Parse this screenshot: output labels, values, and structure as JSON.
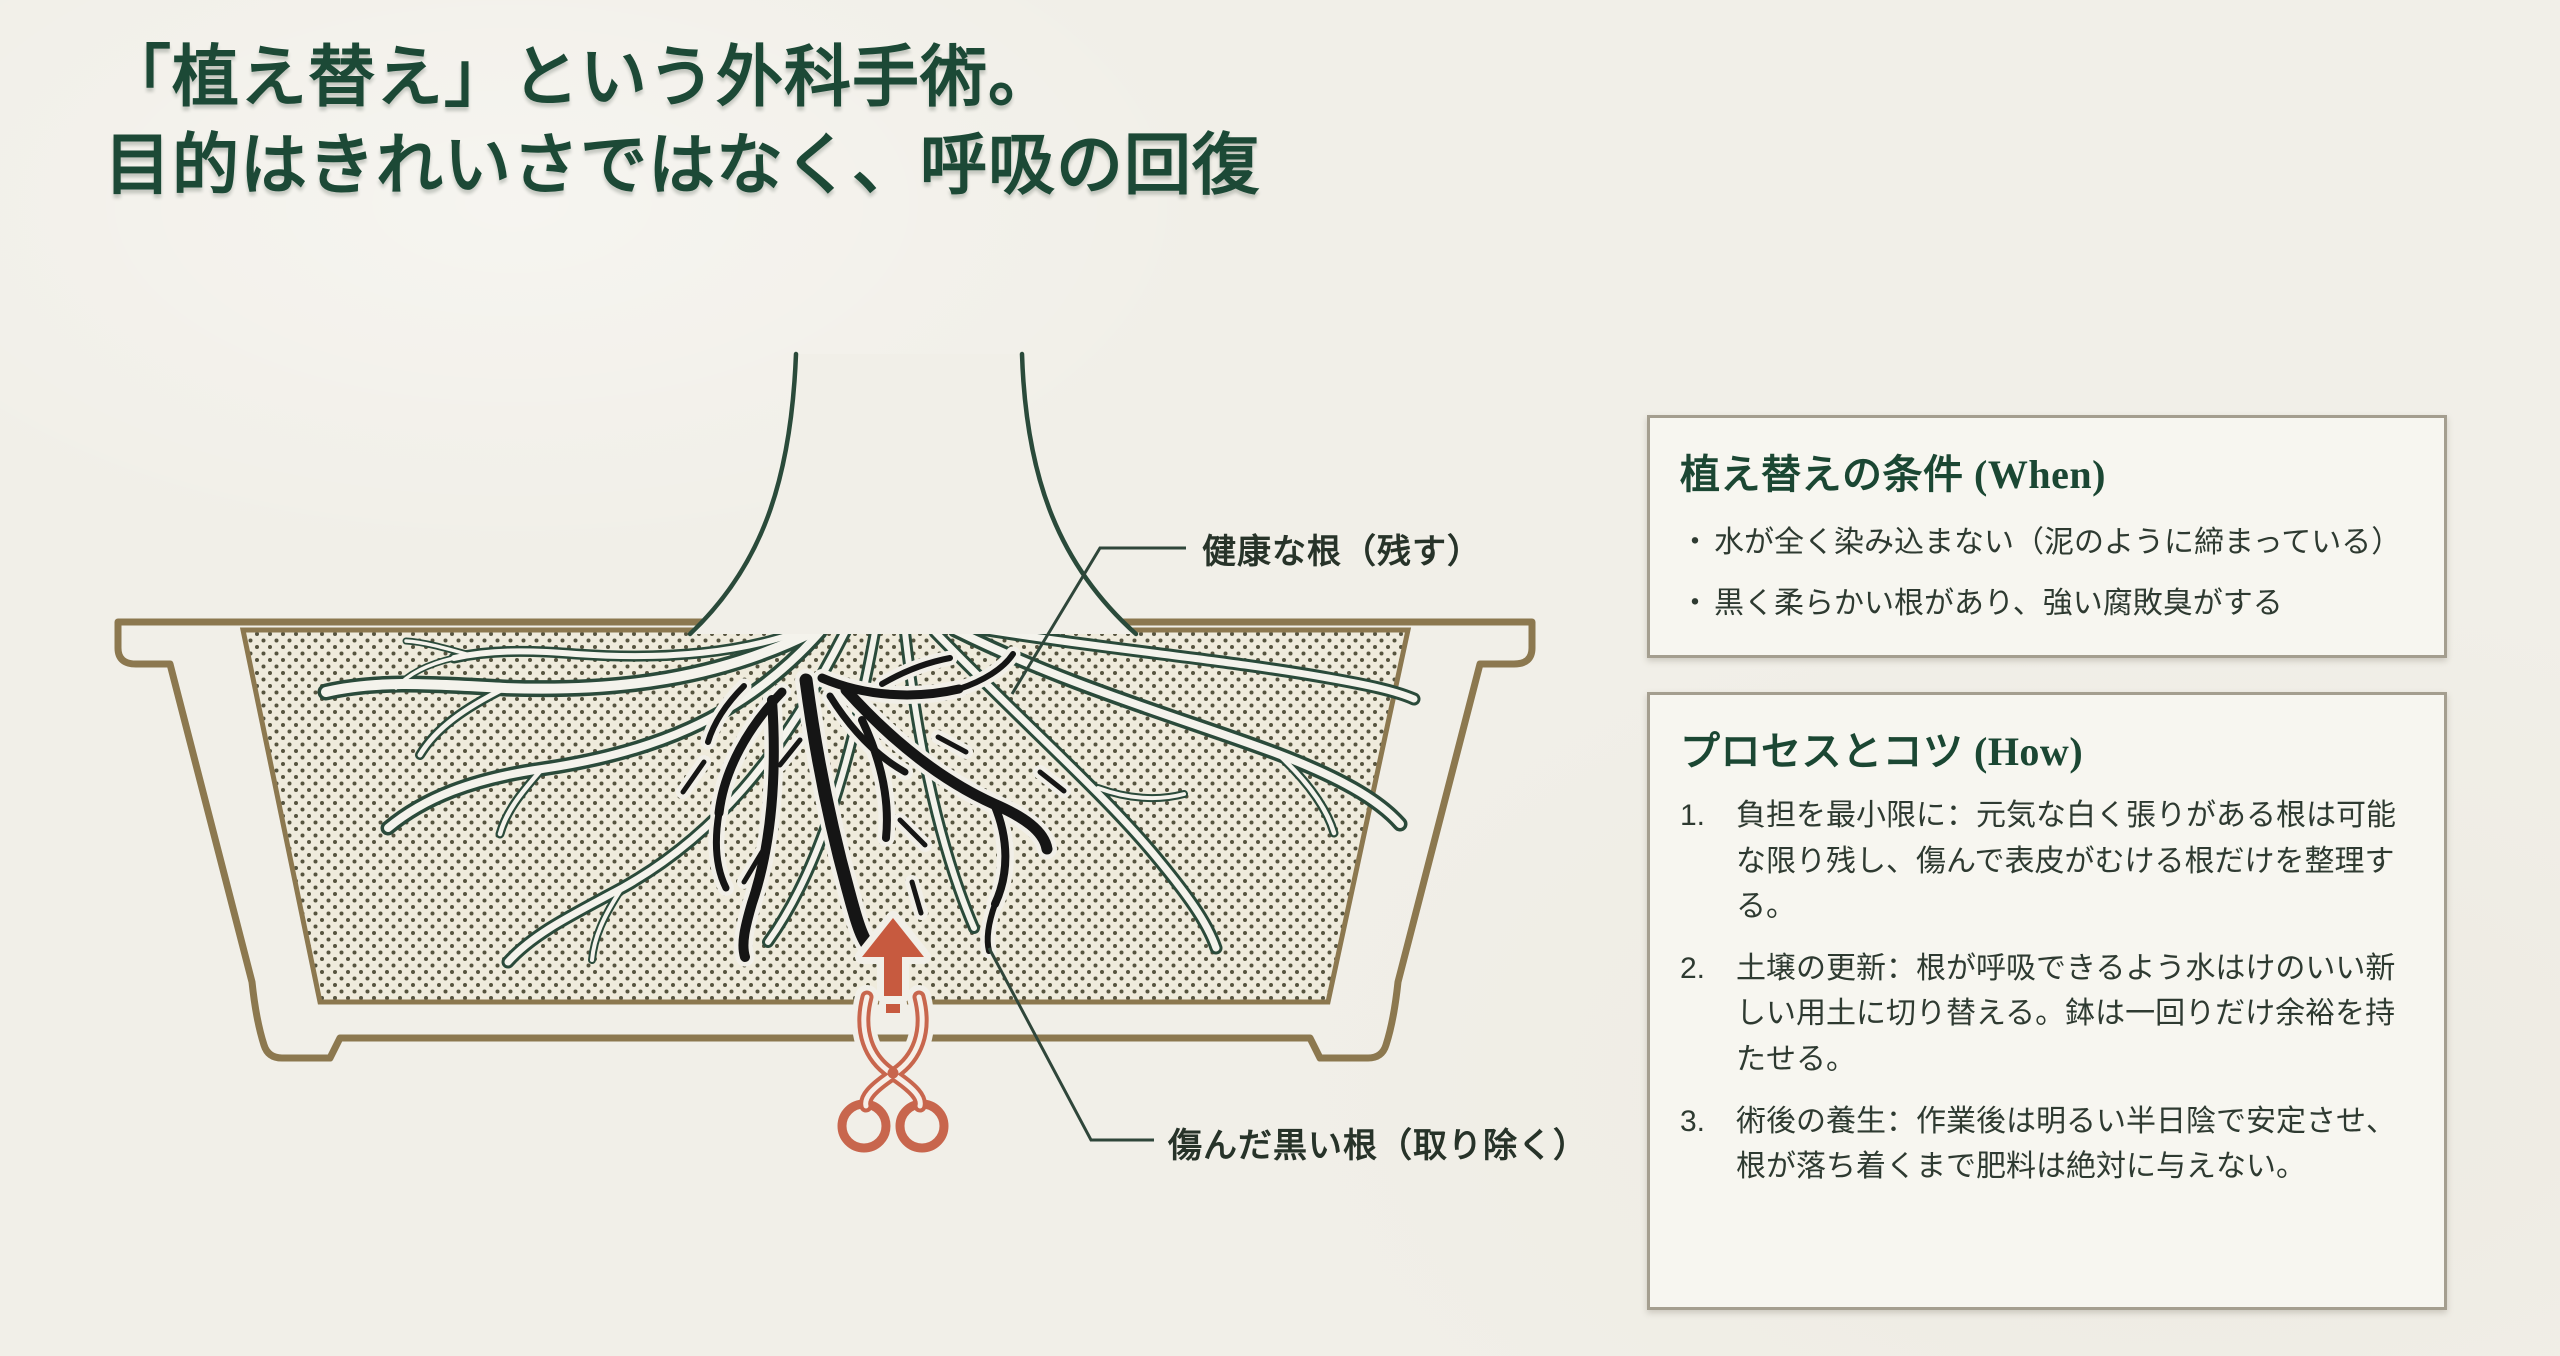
{
  "title": {
    "line1": "「植え替え」という外科手術。",
    "line2": "目的はきれいさではなく、呼吸の回復"
  },
  "diagram": {
    "healthy_root_label": "健康な根（残す）",
    "damaged_root_label": "傷んだ黒い根（取り除く）",
    "icons": [
      "bonsai-pot",
      "healthy-roots",
      "damaged-black-roots",
      "up-arrow",
      "scissors"
    ]
  },
  "panels": {
    "when": {
      "title": "植え替えの条件 (When)",
      "bullets": [
        {
          "marker": "・",
          "text": "水が全く染み込まない（泥のように締まっている）"
        },
        {
          "marker": "・",
          "text": "黒く柔らかい根があり、強い腐敗臭がする"
        }
      ]
    },
    "how": {
      "title": "プロセスとコツ (How)",
      "steps": [
        {
          "num": "1.",
          "text": "負担を最小限に：元気な白く張りがある根は可能な限り残し、傷んで表皮がむける根だけを整理する。"
        },
        {
          "num": "2.",
          "text": "土壌の更新：根が呼吸できるよう水はけのいい新しい用土に切り替える。鉢は一回りだけ余裕を持たせる。"
        },
        {
          "num": "3.",
          "text": "術後の養生：作業後は明るい半日陰で安定させ、根が落ち着くまで肥料は絶対に与えない。"
        }
      ]
    }
  },
  "colors": {
    "accent_green": "#1c4936",
    "pot_brown": "#8c784f",
    "alert_red": "#c75a3f",
    "paper": "#f1efe8",
    "body_text": "#2e3a31"
  }
}
